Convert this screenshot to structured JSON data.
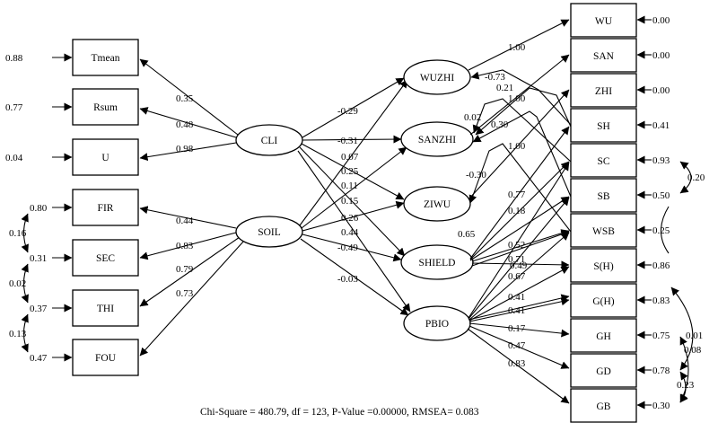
{
  "observed_left": [
    {
      "id": "tmean",
      "label": "Tmean",
      "error": "0.88"
    },
    {
      "id": "rsum",
      "label": "Rsum",
      "error": "0.77"
    },
    {
      "id": "u",
      "label": "U",
      "error": "0.04"
    },
    {
      "id": "fir",
      "label": "FIR",
      "error": "0.80"
    },
    {
      "id": "sec",
      "label": "SEC",
      "error": "0.31"
    },
    {
      "id": "thi",
      "label": "THI",
      "error": "0.37"
    },
    {
      "id": "fou",
      "label": "FOU",
      "error": "0.47"
    }
  ],
  "latent_exogenous": [
    {
      "id": "cli",
      "label": "CLI"
    },
    {
      "id": "soil",
      "label": "SOIL"
    }
  ],
  "latent_endogenous": [
    {
      "id": "wuzhi",
      "label": "WUZHI"
    },
    {
      "id": "sanzhi",
      "label": "SANZHI"
    },
    {
      "id": "ziwu",
      "label": "ZIWU"
    },
    {
      "id": "shield",
      "label": "SHIELD"
    },
    {
      "id": "pbio",
      "label": "PBIO"
    }
  ],
  "observed_right": [
    {
      "id": "wu",
      "label": "WU",
      "error": "0.00"
    },
    {
      "id": "san",
      "label": "SAN",
      "error": "0.00"
    },
    {
      "id": "zhi",
      "label": "ZHI",
      "error": "0.00"
    },
    {
      "id": "sh",
      "label": "SH",
      "error": "0.41"
    },
    {
      "id": "sc",
      "label": "SC",
      "error": "0.93"
    },
    {
      "id": "sb",
      "label": "SB",
      "error": "0.50"
    },
    {
      "id": "wsb",
      "label": "WSB",
      "error": "0.25"
    },
    {
      "id": "sh_h",
      "label": "S(H)",
      "error": "0.86"
    },
    {
      "id": "g_h",
      "label": "G(H)",
      "error": "0.83"
    },
    {
      "id": "gh",
      "label": "GH",
      "error": "0.75"
    },
    {
      "id": "gd",
      "label": "GD",
      "error": "0.78"
    },
    {
      "id": "gb",
      "label": "GB",
      "error": "0.30"
    }
  ],
  "loadings_left": {
    "cli_tmean": "0.35",
    "cli_rsum": "0.48",
    "cli_u": "0.98",
    "soil_fir": "0.44",
    "soil_sec": "0.83",
    "soil_thi": "0.79",
    "soil_fou": "0.73"
  },
  "left_covariances": {
    "fir_sec": "0.16",
    "sec_thi": "0.02",
    "thi_fou": "0.13"
  },
  "structural_paths": {
    "cli_wuzhi": "-0.29",
    "cli_sanzhi": "-0.31",
    "cli_ziwu": "0.07",
    "cli_shield": "0.25",
    "cli_pbio": "0.11",
    "soil_wuzhi": "0.15",
    "soil_sanzhi": "0.26",
    "soil_ziwu": "0.44",
    "soil_shield": "-0.49",
    "soil_pbio": "-0.03"
  },
  "right_paths": {
    "wuzhi_wu": "1.00",
    "sanzhi_san": "1.00",
    "ziwu_zhi": "1.00",
    "sh_wuzhi": "-0.73",
    "sh_sanzhi": "0.21",
    "sc_sanzhi": "0.02",
    "sb_sanzhi": "0.30",
    "wsb_ziwu": "-0.30",
    "shield_sh": "0.77",
    "shield_sc": "0.18",
    "shield_sb": "0.65",
    "shield_wsb": "0.52",
    "shield_sh_h": "0.71",
    "shield_extra": "0.49",
    "pbio_sh_h": "0.67",
    "pbio_g_h": "0.41",
    "pbio_gh1": "0.41",
    "pbio_gh2": "0.17",
    "pbio_gd": "0.47",
    "pbio_gb": "0.83"
  },
  "right_covariances": {
    "sc_sb": "0.20",
    "gh_gd": "0.01",
    "gh_gb": "0.08",
    "gd_gb": "0.23"
  },
  "footer": "Chi-Square = 480.79, df = 123, P-Value =0.00000, RMSEA= 0.083"
}
